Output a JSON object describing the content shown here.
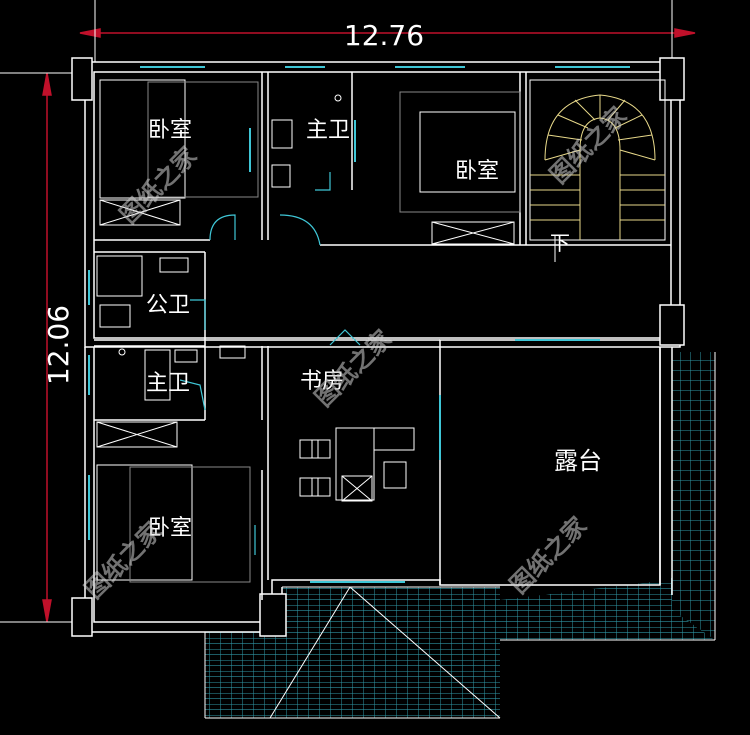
{
  "drawing": {
    "dimensions": {
      "width_label": "12.76",
      "height_label": "12.06"
    },
    "rooms": {
      "bedroom_top_left": "卧室",
      "master_bath": "主卫",
      "bedroom_top_right": "卧室",
      "public_bath": "公卫",
      "bath_second": "主卫",
      "study": "书房",
      "terrace": "露台",
      "bedroom_bottom_left": "卧室",
      "stair_down": "下"
    },
    "watermark": "图纸之家",
    "colors": {
      "background": "#000000",
      "wall": "#ffffff",
      "window": "#3fc6d6",
      "dimension": "#c0102a",
      "stair": "#e8d98a",
      "roof_tile": "#3fa9b8"
    }
  }
}
